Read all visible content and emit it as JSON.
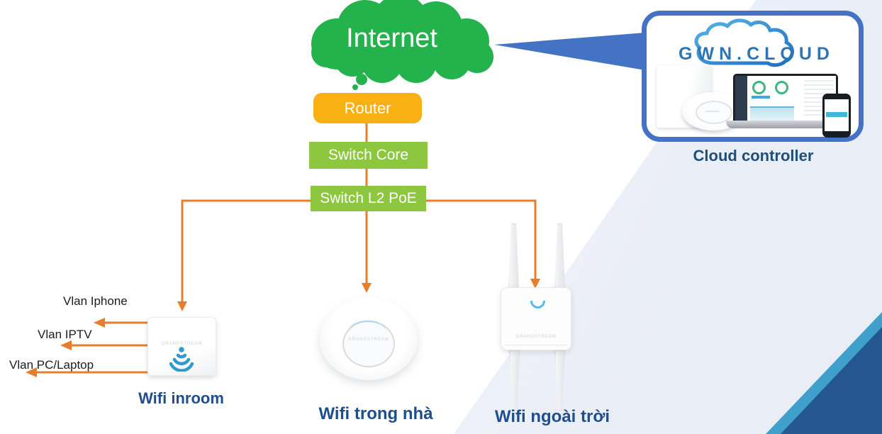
{
  "internet_cloud": {
    "label": "Internet"
  },
  "router": {
    "label": "Router"
  },
  "switch_core": {
    "label": "Switch Core"
  },
  "switch_l2": {
    "label": "Switch L2 PoE"
  },
  "vlans": [
    {
      "label": "Vlan Iphone"
    },
    {
      "label": "Vlan IPTV"
    },
    {
      "label": "Vlan PC/Laptop"
    }
  ],
  "devices": [
    {
      "id": "wifi-inroom",
      "label": "Wifi inroom",
      "brand": "GRANDSTREAM"
    },
    {
      "id": "wifi-indoor",
      "label": "Wifi trong nhà",
      "brand": "GRANDSTREAM"
    },
    {
      "id": "wifi-outdoor",
      "label": "Wifi ngoài trời",
      "brand": "GRANDSTREAM"
    }
  ],
  "cloud_controller": {
    "logo": "GWN.CLOUD",
    "caption": "Cloud controller"
  },
  "colors": {
    "cloud_green": "#23B24C",
    "router_orange": "#F8B013",
    "switch_green": "#8DC63F",
    "connector_orange": "#E87E2B",
    "device_label_blue": "#1F4E8C",
    "callout_border_blue": "#4472C4",
    "logo_blue": "#2E75B6",
    "wifi_icon_blue": "#2E9AD0",
    "corner_dark_blue": "#24568F",
    "corner_light_blue": "#3FA0CC",
    "background_wash": "#E9EDF6"
  }
}
